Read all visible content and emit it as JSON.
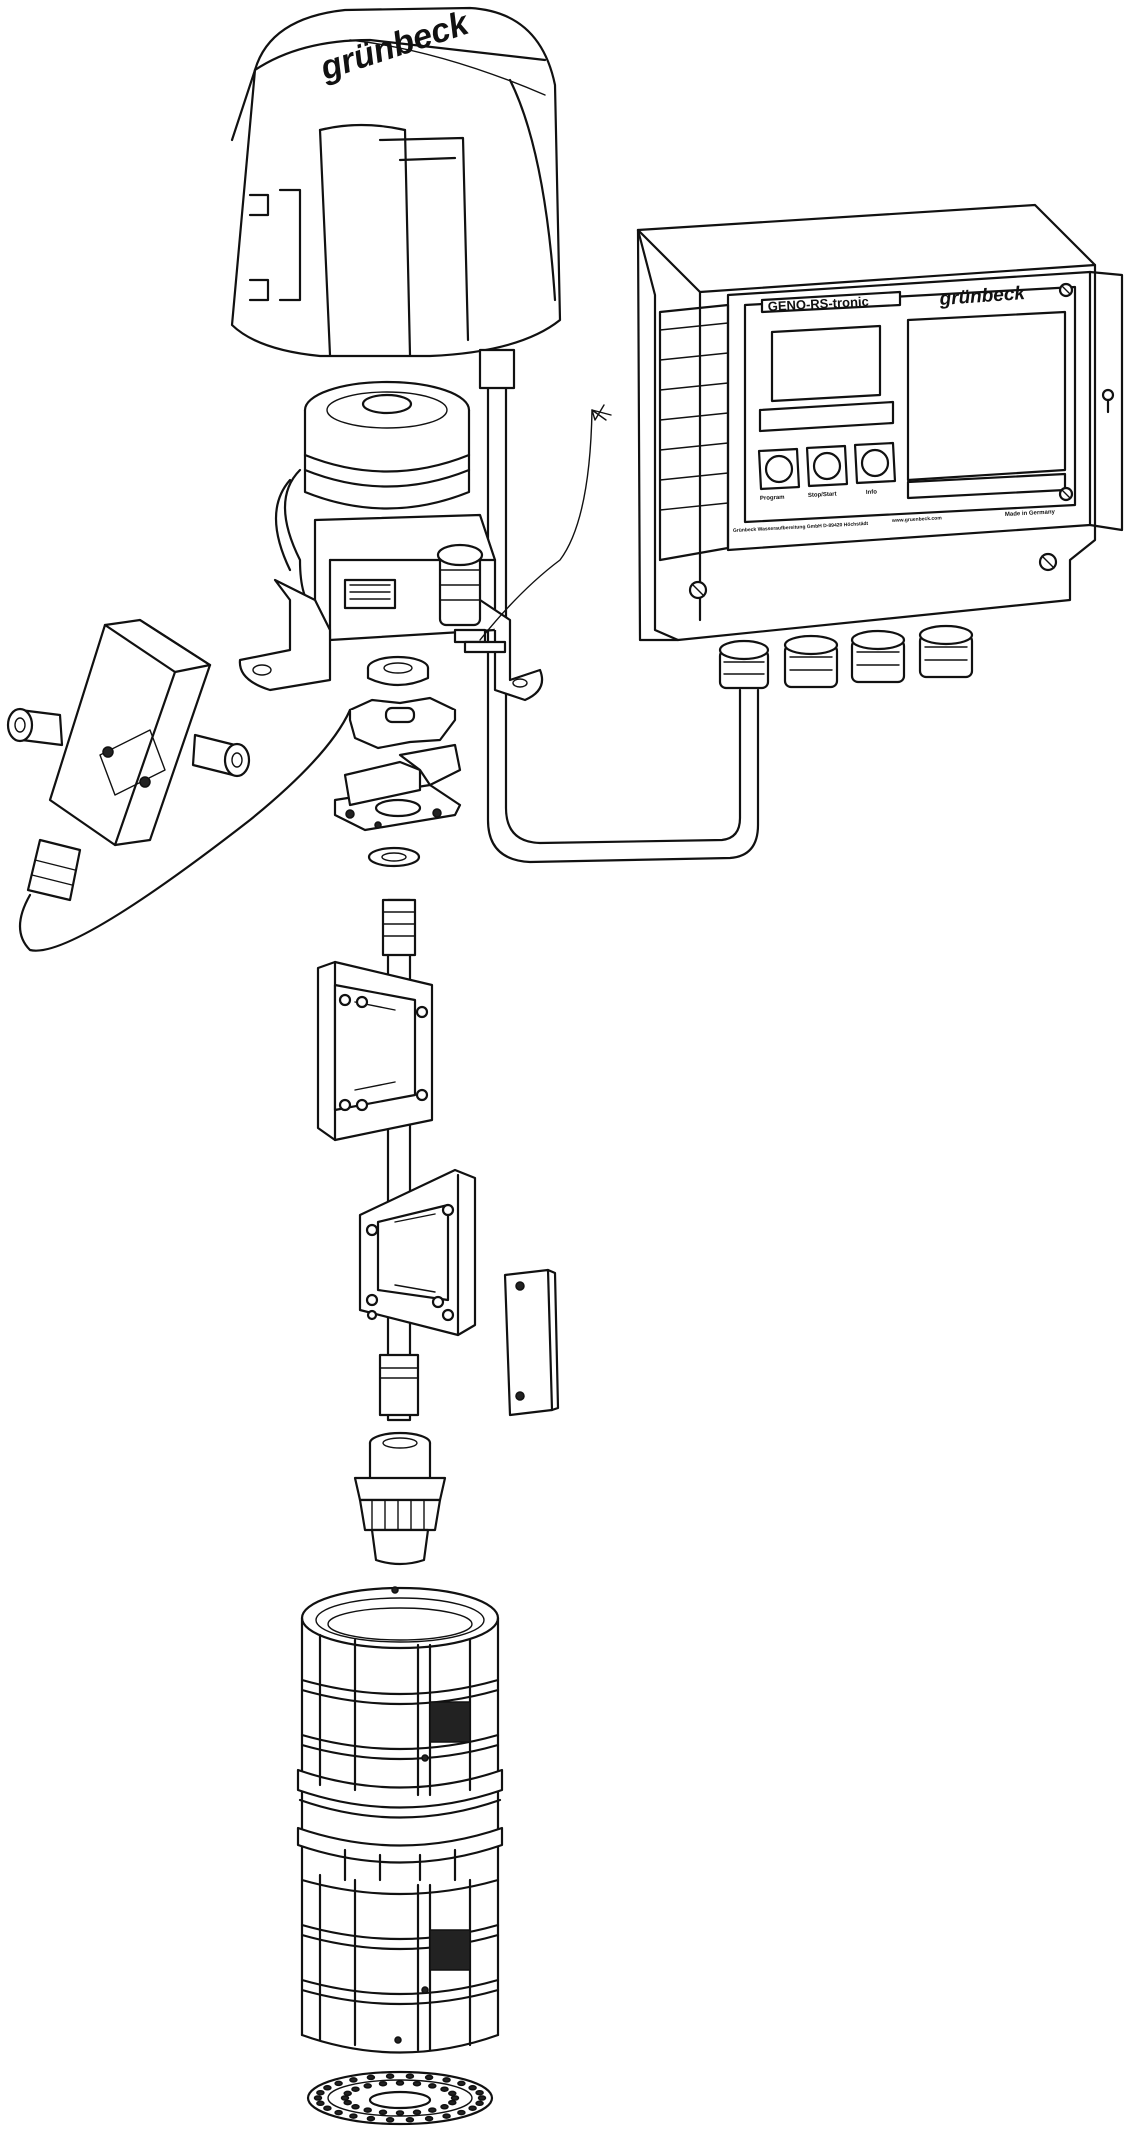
{
  "hood": {
    "brand": "grünbeck"
  },
  "controller": {
    "brand": "grünbeck",
    "model": "GENO-RS-tronic",
    "buttons": [
      "Program",
      "Stop/Start",
      "Info"
    ],
    "footer_left": "Grünbeck Wasseraufbereitung GmbH  D-89420 Höchstädt",
    "footer_url": "www.gruenbeck.com",
    "footer_right": "Made in Germany"
  },
  "colors": {
    "line": "#111111",
    "paper": "#ffffff",
    "shade": "#e9e9e9"
  },
  "icons": [
    "screw-icon",
    "keyhole-icon"
  ]
}
